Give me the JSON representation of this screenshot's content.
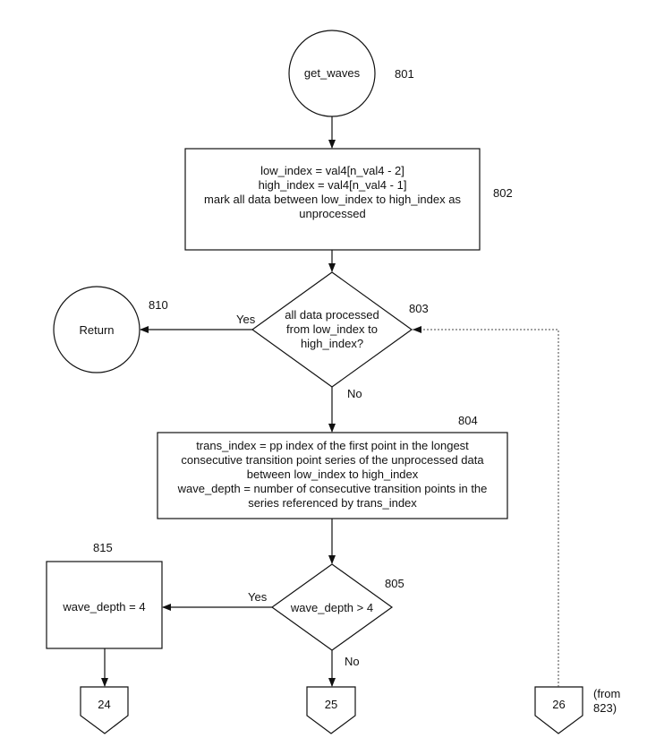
{
  "nodes": {
    "start": {
      "text": "get_waves",
      "ref": "801"
    },
    "init": {
      "lines": [
        "low_index = val4[n_val4 - 2]",
        "high_index = val4[n_val4 - 1]",
        "mark all data between low_index to high_index as",
        "unprocessed"
      ],
      "ref": "802"
    },
    "decision_processed": {
      "lines": [
        "all data processed",
        "from low_index to",
        "high_index?"
      ],
      "ref": "803"
    },
    "return": {
      "text": "Return",
      "ref": "810"
    },
    "find_series": {
      "lines": [
        "trans_index = pp index of the first point in the longest",
        "consecutive transition point series of the unprocessed data",
        "between low_index to high_index",
        "wave_depth = number of consecutive transition points in the",
        "series referenced by trans_index"
      ],
      "ref": "804"
    },
    "decision_depth": {
      "text": "wave_depth > 4",
      "ref": "805"
    },
    "set_depth": {
      "text": "wave_depth = 4",
      "ref": "815"
    }
  },
  "edges": {
    "yes_to_return": "Yes",
    "no_to_find": "No",
    "yes_to_set": "Yes",
    "no_to_25": "No"
  },
  "connectors": {
    "c24": {
      "text": "24"
    },
    "c25": {
      "text": "25"
    },
    "c26": {
      "text": "26",
      "note_lines": [
        "(from",
        "823)"
      ]
    }
  }
}
